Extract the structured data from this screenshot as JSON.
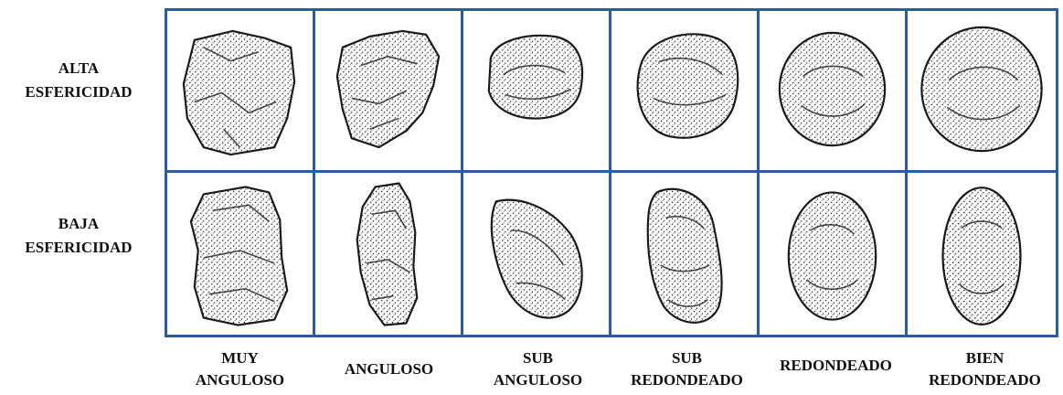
{
  "rows": [
    {
      "line1": "ALTA",
      "line2": "ESFERICIDAD"
    },
    {
      "line1": "BAJA",
      "line2": "ESFERICIDAD"
    }
  ],
  "columns": [
    {
      "line1": "MUY",
      "line2": "ANGULOSO"
    },
    {
      "line1": "ANGULOSO",
      "line2": ""
    },
    {
      "line1": "SUB",
      "line2": "ANGULOSO"
    },
    {
      "line1": "SUB",
      "line2": "REDONDEADO"
    },
    {
      "line1": "REDONDEADO",
      "line2": ""
    },
    {
      "line1": "BIEN",
      "line2": "REDONDEADO"
    }
  ],
  "colors": {
    "grid_border": "#2b5c9c",
    "grain_ink": "#1a1a1a"
  }
}
